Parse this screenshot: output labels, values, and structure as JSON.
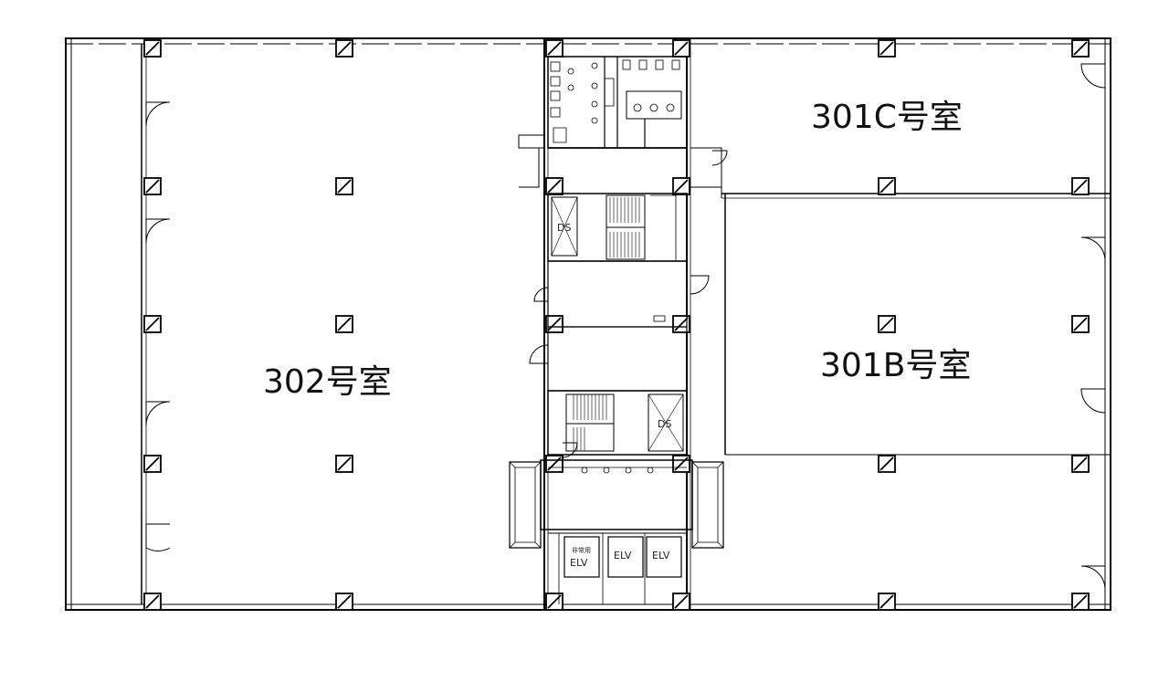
{
  "rooms": {
    "r302": "302号室",
    "r301c": "301C号室",
    "r301b": "301B号室"
  },
  "core_labels": {
    "ds_top": "DS",
    "ds_bottom": "DS",
    "elv_1": "ELV",
    "elv_2": "ELV",
    "elv_3": "ELV",
    "elv_1_sub": "非常用"
  }
}
